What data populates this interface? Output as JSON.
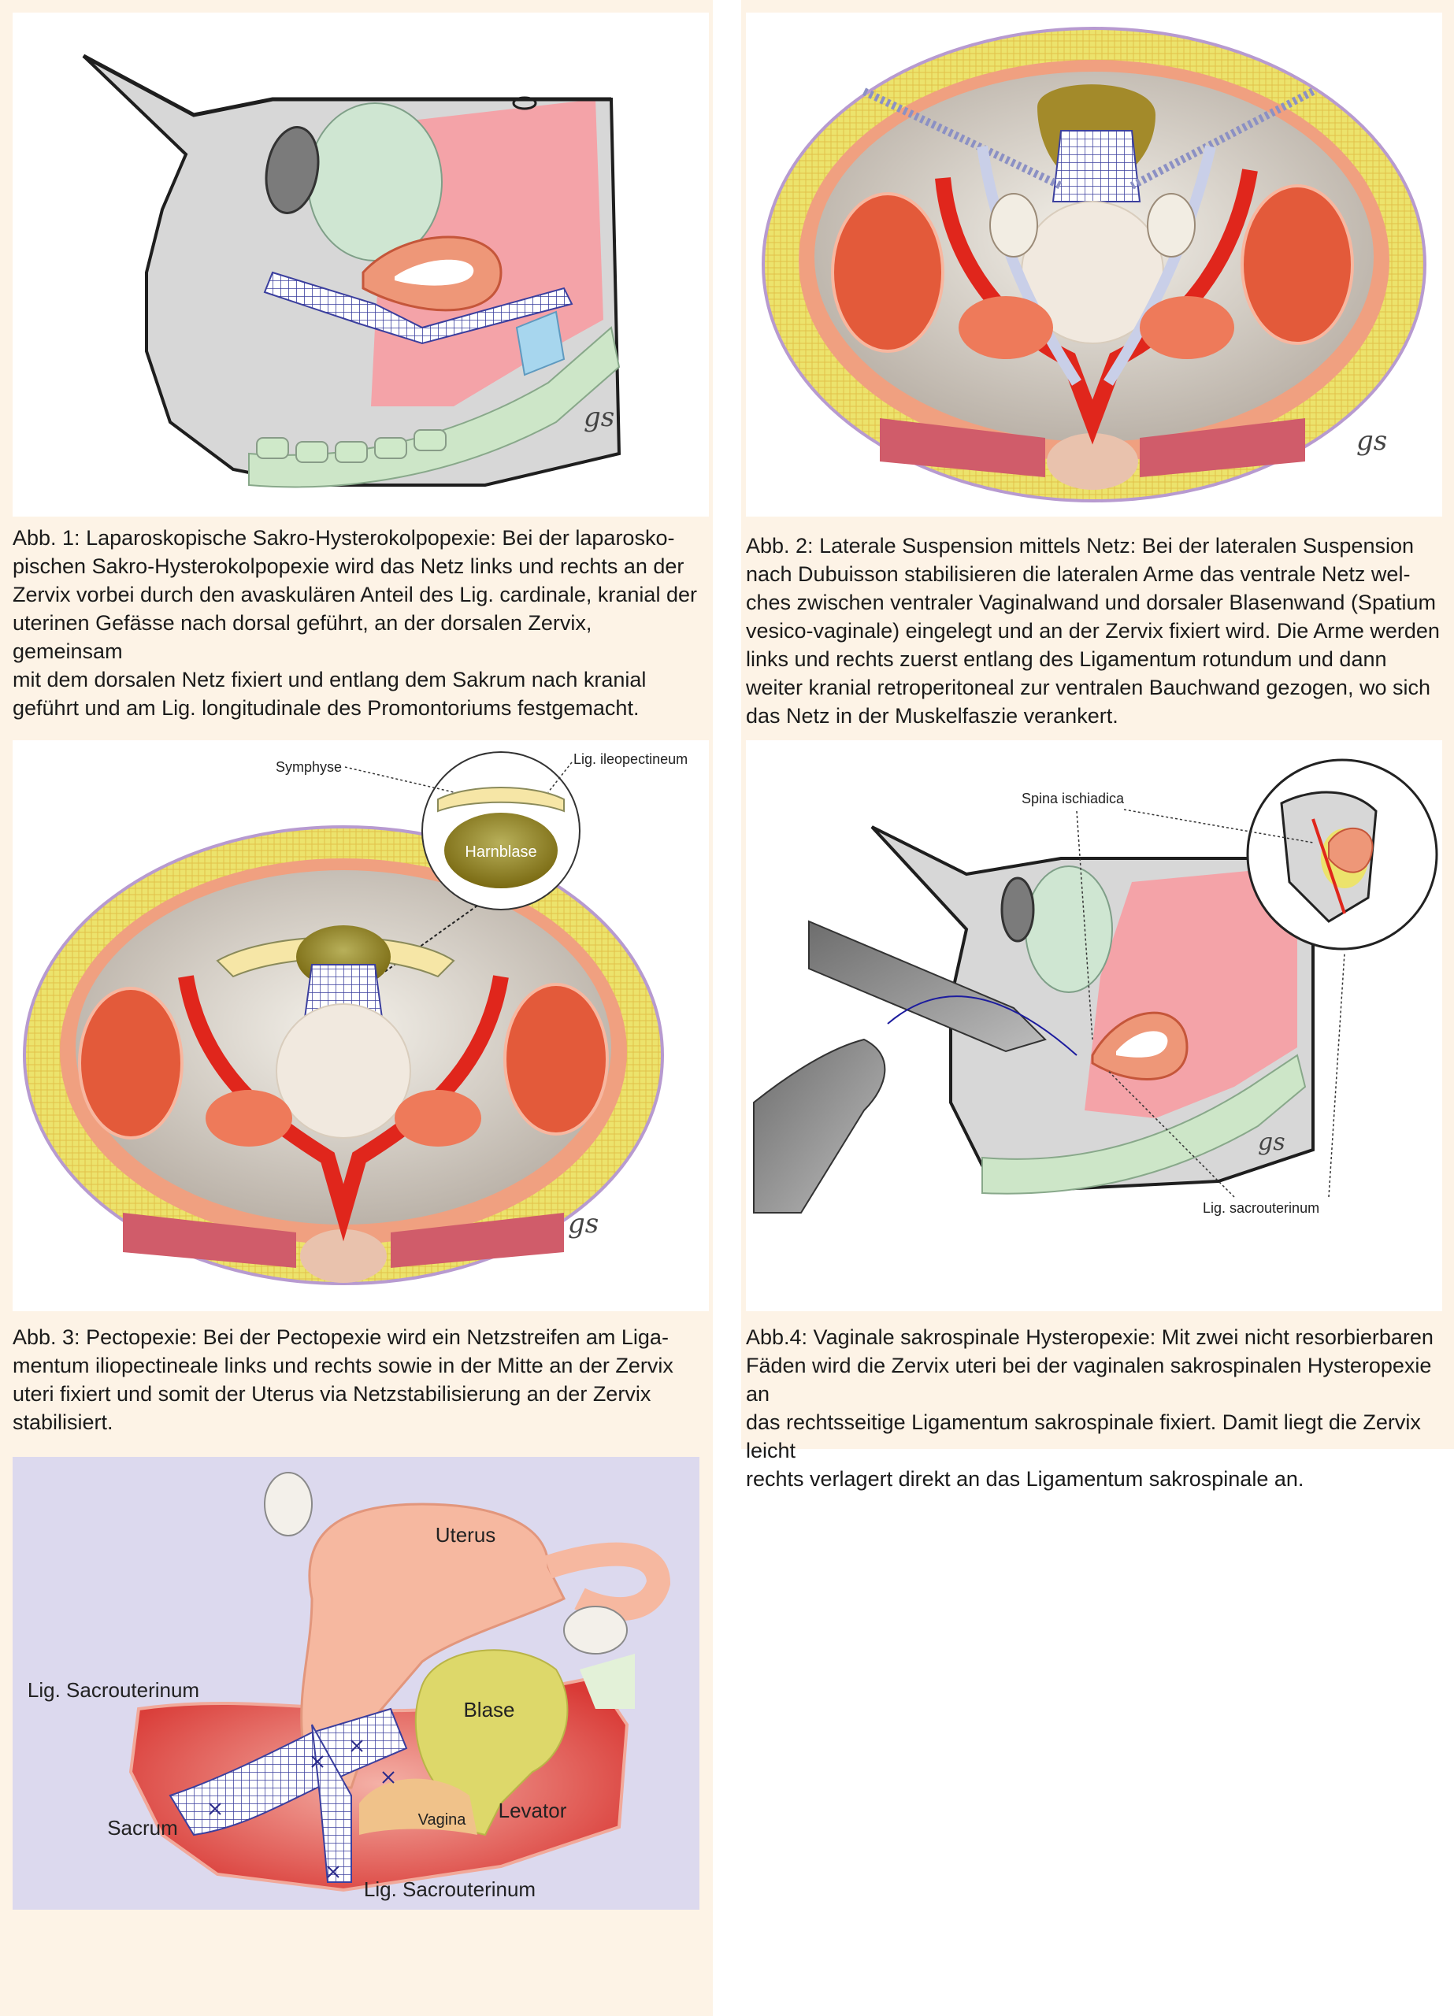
{
  "figures": [
    {
      "id": "abb1",
      "caption": "Abb. 1: Laparoskopische Sakro-Hysterokolpopexie: Bei der laparosko-pischen Sakro-Hysterokolpopexie wird das Netz links und rechts an der Zervix vorbei durch den avaskulären Anteil des Lig. cardinale, kranial der uterinen Gefässe nach dorsal geführt, an der dorsalen Zervix, gemeinsam mit dem dorsalen Netz fixiert und entlang dem Sakrum nach kranial geführt und am Lig. longitudinale des Promontoriums festgemacht.",
      "caption_lines": [
        "Abb. 1: Laparoskopische Sakro-Hysterokolpopexie: Bei der laparosko-",
        "pischen Sakro-Hysterokolpopexie wird das Netz links und rechts an der",
        "Zervix vorbei durch den avaskulären Anteil des Lig. cardinale, kranial der",
        "uterinen Gefässe nach dorsal geführt, an der dorsalen Zervix, gemeinsam",
        "mit dem dorsalen Netz fixiert und entlang dem Sakrum nach kranial",
        "geführt und am Lig. longitudinale des Promontoriums festgemacht."
      ]
    },
    {
      "id": "abb2",
      "caption": "Abb. 2: Laterale Suspension mittels Netz: Bei der lateralen Suspension nach Dubuisson stabilisieren die lateralen Arme das ventrale Netz wel-ches zwischen ventraler Vaginalwand und dorsaler Blasenwand (Spatium vesico-vaginale) eingelegt und an der Zervix fixiert wird. Die Arme werden links und rechts zuerst entlang des Ligamentum rotundum und dann weiter kranial retroperitoneal zur ventralen Bauchwand gezogen, wo sich das Netz in der Muskelfaszie verankert.",
      "caption_lines": [
        "Abb. 2: Laterale Suspension mittels Netz: Bei der lateralen Suspension",
        "nach Dubuisson stabilisieren die lateralen Arme das ventrale Netz wel-",
        "ches zwischen ventraler Vaginalwand und dorsaler Blasenwand (Spatium",
        "vesico-vaginale) eingelegt und an der Zervix fixiert wird. Die Arme werden",
        "links und rechts zuerst entlang des Ligamentum rotundum und dann",
        "weiter kranial retroperitoneal zur ventralen Bauchwand gezogen, wo sich",
        "das Netz in der Muskelfaszie verankert."
      ]
    },
    {
      "id": "abb3",
      "caption": "Abb. 3: Pectopexie: Bei der Pectopexie wird ein Netzstreifen am Liga-mentum iliopectineale links und rechts sowie in der Mitte an der Zervix uteri fixiert und somit der Uterus via Netzstabilisierung an der Zervix stabilisiert.",
      "caption_lines": [
        "Abb. 3: Pectopexie: Bei der Pectopexie wird ein Netzstreifen am Liga-",
        "mentum iliopectineale links und rechts sowie in der Mitte an der Zervix",
        "uteri fixiert und somit der Uterus via Netzstabilisierung an der Zervix",
        "stabilisiert."
      ],
      "labels": {
        "symphyse": "Symphyse",
        "lig_ileopectineum": "Lig. ileopectineum",
        "harnblase": "Harnblase"
      }
    },
    {
      "id": "abb4",
      "caption": "Abb.4: Vaginale sakrospinale Hysteropexie: Mit zwei nicht resorbierbaren Fäden wird die Zervix uteri bei der vaginalen sakrospinalen Hysteropexie an das rechtsseitige Ligamentum sakrospinale fixiert. Damit liegt die Zervix leicht rechts verlagert direkt an das Ligamentum sakrospinale an.",
      "caption_lines": [
        "Abb.4: Vaginale sakrospinale Hysteropexie: Mit zwei nicht resorbierbaren",
        "Fäden wird die Zervix uteri bei der vaginalen sakrospinalen Hysteropexie an",
        "das rechtsseitige Ligamentum sakrospinale fixiert. Damit liegt die Zervix leicht",
        "rechts verlagert direkt an das Ligamentum sakrospinale an."
      ],
      "labels": {
        "spina_ischiadica": "Spina ischiadica",
        "lig_sacrouterinum": "Lig. sacrouterinum"
      }
    },
    {
      "id": "abb5",
      "labels": {
        "uterus": "Uterus",
        "blase": "Blase",
        "vagina": "Vagina",
        "levator": "Levator",
        "sacrum": "Sacrum",
        "lig_sacrouterinum_top": "Lig. Sacrouterinum",
        "lig_sacrouterinum_bottom": "Lig. Sacrouterinum"
      }
    }
  ],
  "signature": "gs",
  "colors": {
    "cell_background": "#fdf3e6",
    "tissue_pink": "#f4a3a8",
    "mesh_blue": "#3b3f9e",
    "vessel_red": "#e0261c",
    "fat_yellow": "#ece36c",
    "abb5_background": "#dcd9ee"
  }
}
